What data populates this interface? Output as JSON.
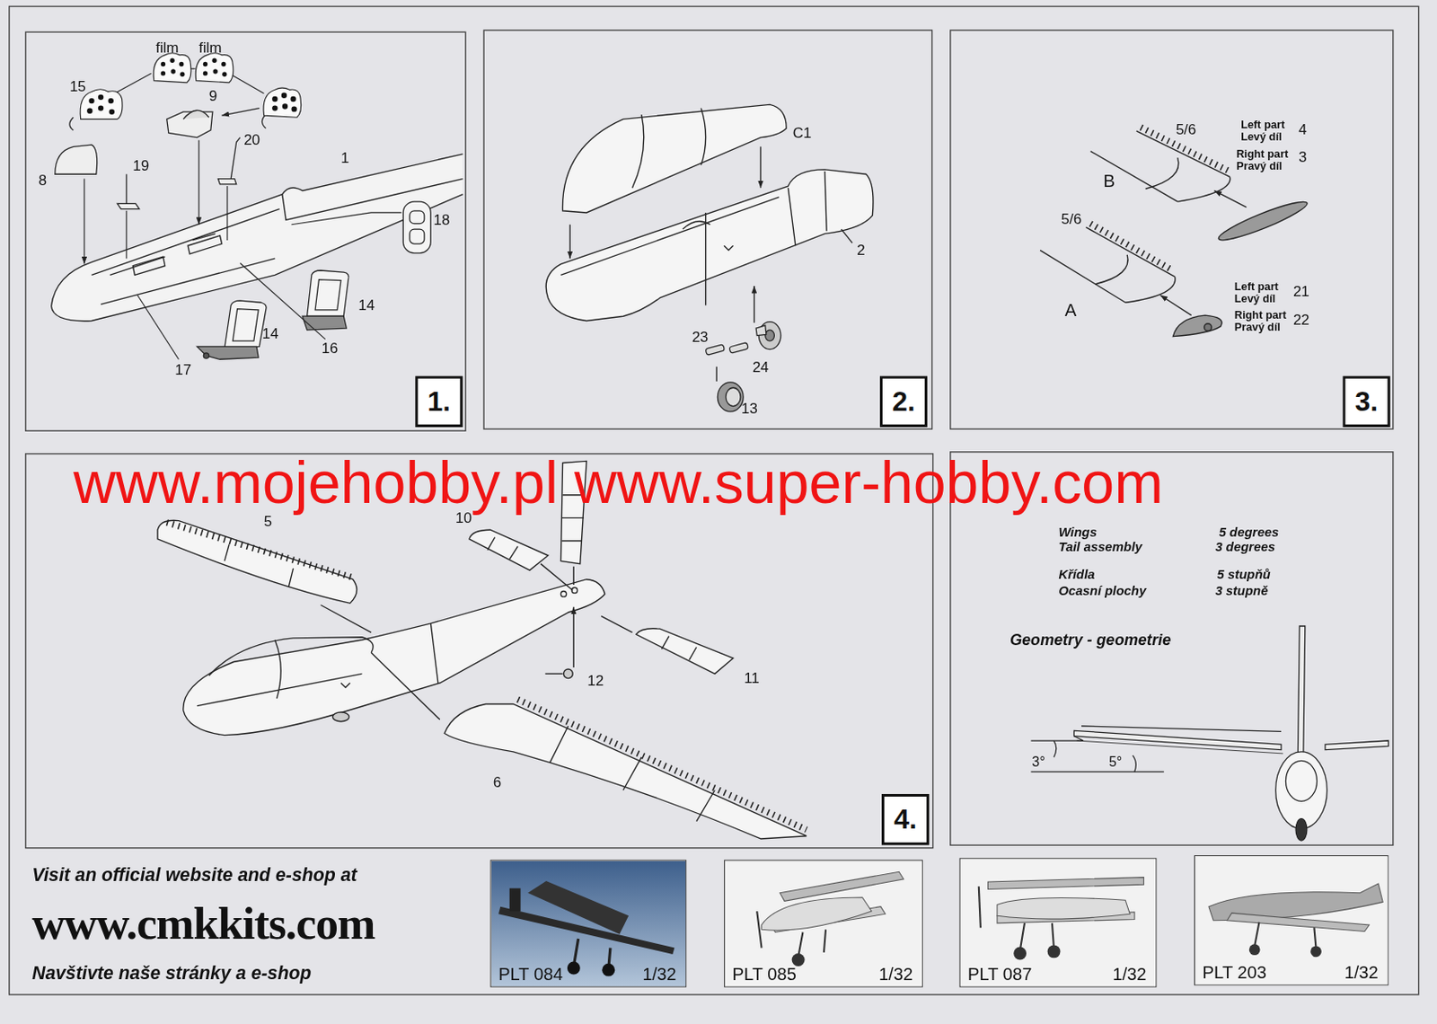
{
  "diagram": {
    "nodes": [
      {
        "text": [
          "1."
        ]
      },
      {
        "text": [
          "2."
        ]
      },
      {
        "text": [
          "3."
        ]
      },
      {
        "text": [
          "4."
        ]
      },
      {
        "text": [
          "PLT 084",
          "1/32"
        ]
      },
      {
        "text": [
          "PLT 085",
          "1/32"
        ]
      },
      {
        "text": [
          "PLT 087",
          "1/32"
        ]
      },
      {
        "text": [
          "PLT 203",
          "1/32"
        ]
      }
    ],
    "labels": [
      "film",
      "film",
      "15",
      "9",
      "8",
      "19",
      "20",
      "1",
      "18",
      "14",
      "14",
      "16",
      "17",
      "C1",
      "2",
      "23",
      "24",
      "13",
      "5/6",
      "Left part",
      "Levý díl",
      "4",
      "Right part",
      "Pravý díl",
      "3",
      "B",
      "5/6",
      "A",
      "Left part",
      "Levý díl",
      "21",
      "Right part",
      "Pravý díl",
      "22",
      "www.mojehobby.pl www.super-hobby.com",
      "5",
      "10",
      "12",
      "11",
      "6",
      "Wings",
      "5 degrees",
      "Tail assembly",
      "3 degrees",
      "Křídla",
      "5 stupňů",
      "Ocasní plochy",
      "3 stupně",
      "Geometry - geometrie",
      "3°",
      "5°",
      "Visit an official website and e-shop at",
      "www.cmkkits.com",
      "Navštivte naše stránky a e-shop"
    ]
  }
}
